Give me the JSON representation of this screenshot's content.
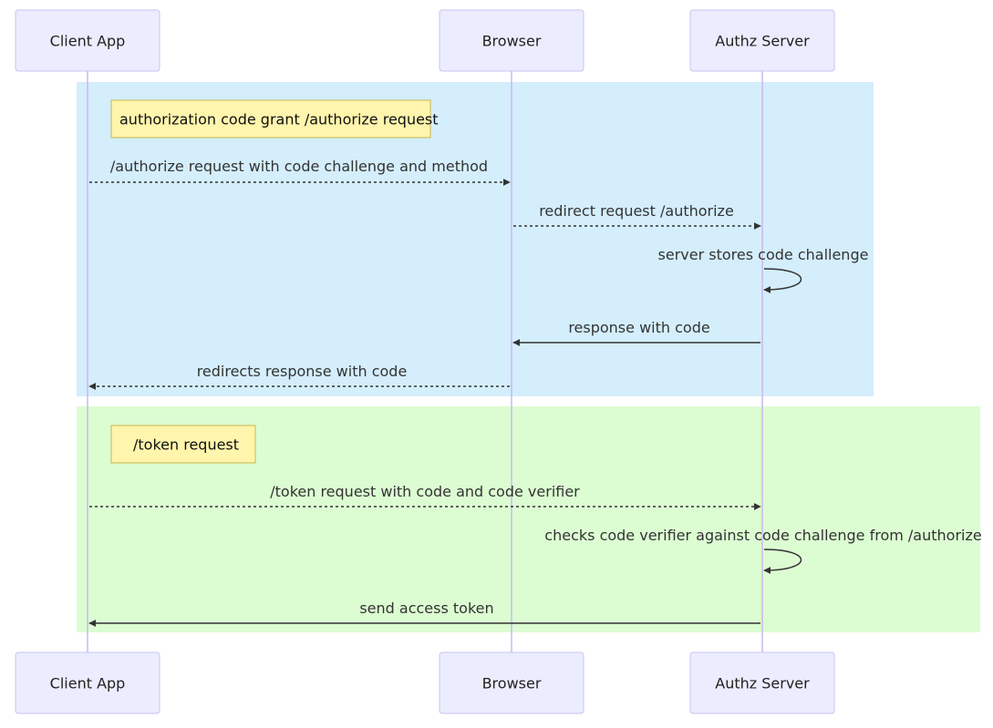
{
  "participants": {
    "client": "Client App",
    "browser": "Browser",
    "authz": "Authz Server"
  },
  "colors": {
    "section_authorize": "#d4eefc",
    "section_token": "#dcfdd2",
    "actor_fill": "#ececff",
    "note_fill": "#fff5ad"
  },
  "sections": {
    "authorize": {
      "note": "authorization code grant /authorize request",
      "messages": {
        "m1": "/authorize request with code challenge and method",
        "m2": "redirect request /authorize",
        "m3": "server stores code challenge",
        "m4": "response with code",
        "m5": "redirects response with code"
      }
    },
    "token": {
      "note": "/token request",
      "messages": {
        "m1": "/token request with code and code verifier",
        "m2": "checks code verifier against code challenge from /authorize",
        "m3": "send access token"
      }
    }
  }
}
